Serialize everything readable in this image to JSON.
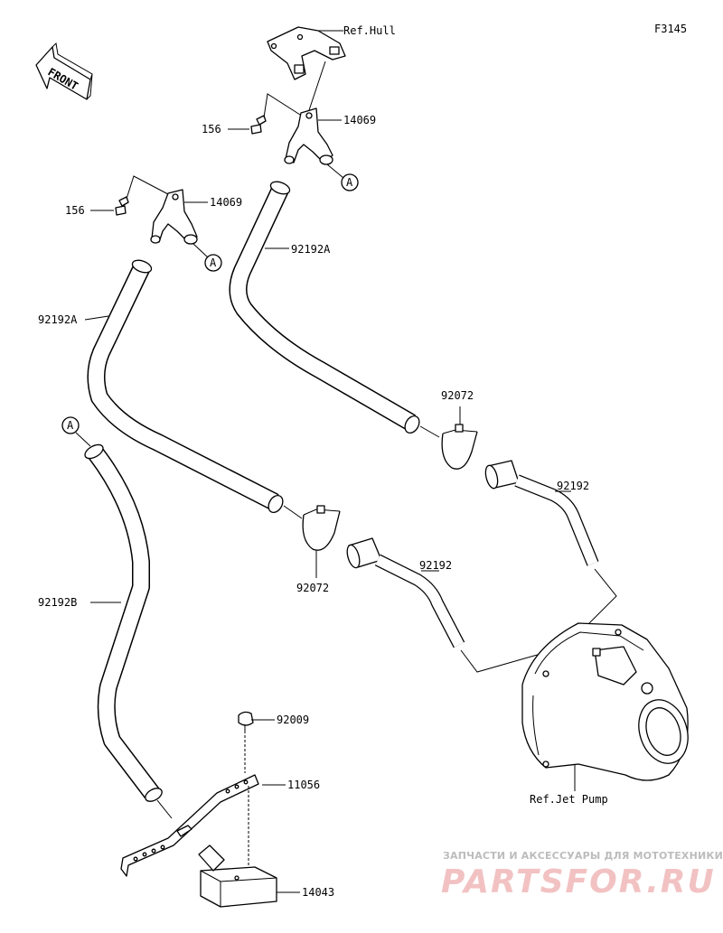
{
  "figure_code": "F3145",
  "front_label": "FRONT",
  "callouts": {
    "ref_hull": "Ref.Hull",
    "ref_jet_pump": "Ref.Jet Pump",
    "bolt_upper": "156",
    "bolt_lower": "156",
    "fitting_upper": "14069",
    "fitting_lower": "14069",
    "hose_upper": "92192A",
    "hose_left": "92192A",
    "clamp_upper": "92072",
    "clamp_lower": "92072",
    "pipe_right": "92192",
    "pipe_center": "92192",
    "hose_long": "92192B",
    "screw": "92009",
    "bracket": "11056",
    "filter": "14043",
    "marker_upper": "A",
    "marker_lower": "A",
    "marker_left": "A"
  },
  "watermark": {
    "tagline": "ЗАПЧАСТИ И АКСЕССУАРЫ ДЛЯ МОТОТЕХНИКИ",
    "brand": "PARTSFOR.RU"
  }
}
